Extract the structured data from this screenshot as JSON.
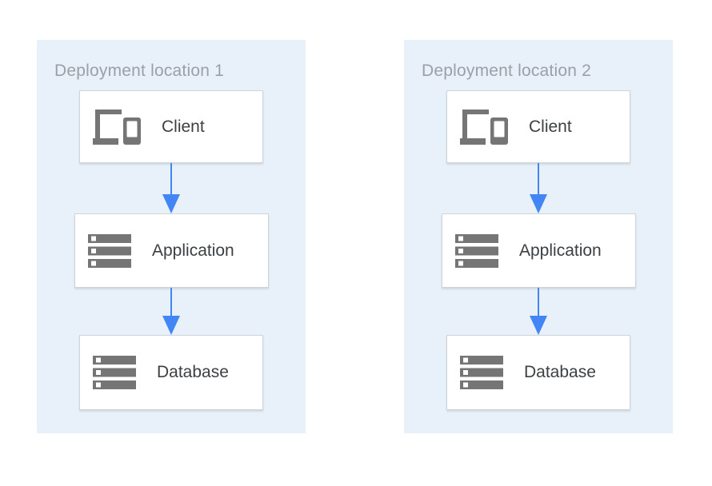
{
  "diagram": {
    "accent_color": "#4285f4",
    "panel_bg_color": "#e8f0fa",
    "icon_color": "#757575",
    "title_text_color": "#9aa0a6",
    "label_text_color": "#3c4043"
  },
  "panels": [
    {
      "title": "Deployment location 1",
      "nodes": [
        {
          "label": "Client",
          "icon": "devices-icon"
        },
        {
          "label": "Application",
          "icon": "server-stack-icon"
        },
        {
          "label": "Database",
          "icon": "server-stack-icon"
        }
      ],
      "edges": [
        {
          "from": "Client",
          "to": "Application"
        },
        {
          "from": "Application",
          "to": "Database"
        }
      ]
    },
    {
      "title": "Deployment location 2",
      "nodes": [
        {
          "label": "Client",
          "icon": "devices-icon"
        },
        {
          "label": "Application",
          "icon": "server-stack-icon"
        },
        {
          "label": "Database",
          "icon": "server-stack-icon"
        }
      ],
      "edges": [
        {
          "from": "Client",
          "to": "Application"
        },
        {
          "from": "Application",
          "to": "Database"
        }
      ]
    }
  ]
}
